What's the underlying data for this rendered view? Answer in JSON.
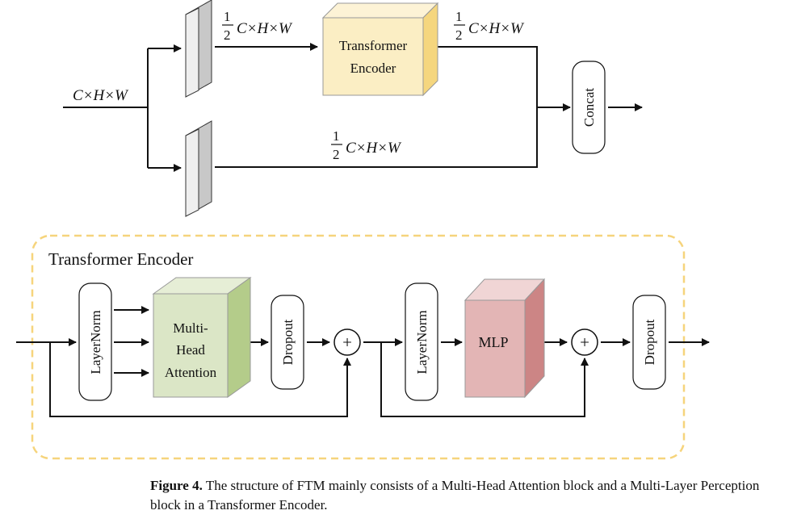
{
  "diagram": {
    "top": {
      "input_label": "C×H×W",
      "half_fraction": {
        "numerator": "1",
        "denominator": "2"
      },
      "half_dims": "C×H×W",
      "encoder_line1": "Transformer",
      "encoder_line2": "Encoder",
      "concat_label": "Concat"
    },
    "encoder": {
      "title": "Transformer Encoder",
      "layernorm_label": "LayerNorm",
      "mha_line1": "Multi-",
      "mha_line2": "Head",
      "mha_line3": "Attention",
      "dropout_label": "Dropout",
      "mlp_label": "MLP",
      "plus_symbol": "+"
    }
  },
  "caption": {
    "label": "Figure 4.",
    "text": "The structure of FTM mainly consists of a Multi-Head Attention block and a Multi-Layer Perception block in a Transformer Encoder."
  },
  "colors": {
    "encoder_front": "#fbeec4",
    "encoder_side": "#f5d67e",
    "mha_front": "#dbe6c6",
    "mha_side": "#b4cc8a",
    "mlp_front": "#e3b5b5",
    "mlp_side": "#cc8585",
    "dashed_border": "#f6d47c",
    "conv_front": "#efefef",
    "conv_side": "#c8c8c8"
  }
}
